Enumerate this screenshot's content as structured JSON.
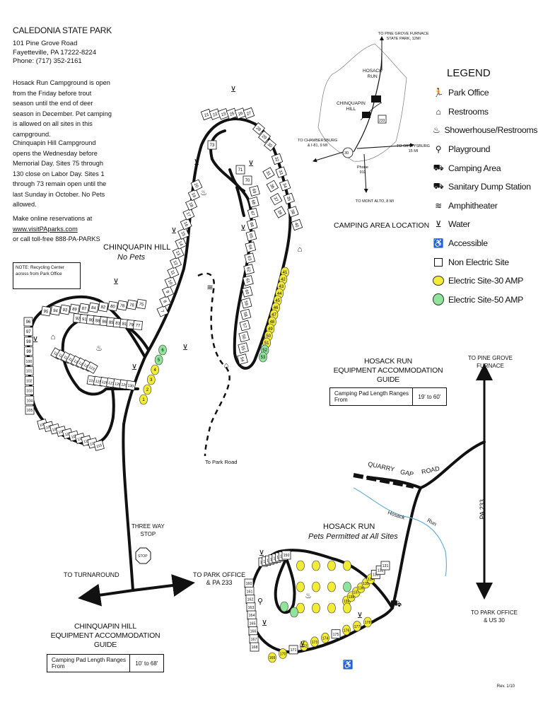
{
  "park": {
    "name": "CALEDONIA STATE PARK",
    "address_line1": "101 Pine Grove Road",
    "address_line2": "Fayetteville, PA  17222-8224",
    "phone": "Phone: (717) 352-2161"
  },
  "info": {
    "hosack_text": "Hosack Run Campground is open from the Friday before trout season until the end of deer season in December. Pet camping is allowed on all sites in this campground.",
    "chinquapin_text": "Chinquapin Hill Campground opens the Wednesday before Memorial Day. Sites 75 through 130 close on Labor Day. Sites 1 through 73 remain open until the last Sunday in October. No Pets allowed.",
    "reserve_line1": "Make online reservations at",
    "reserve_url": "www.visitPAparks.com",
    "reserve_line2": "or call toll-free 888-PA-PARKS",
    "recycling_note": "NOTE: Recycling Center across from Park Office"
  },
  "legend": {
    "title": "LEGEND",
    "items": [
      {
        "icon": "park-office-icon",
        "glyph": "🏃",
        "label": "Park Office"
      },
      {
        "icon": "restrooms-icon",
        "glyph": "⌂",
        "label": "Restrooms"
      },
      {
        "icon": "showerhouse-icon",
        "glyph": "♨",
        "label": "Showerhouse/Restrooms"
      },
      {
        "icon": "playground-icon",
        "glyph": "⚲",
        "label": "Playground"
      },
      {
        "icon": "camping-area-icon",
        "glyph": "⛟",
        "label": "Camping Area"
      },
      {
        "icon": "dump-station-icon",
        "glyph": "⛟",
        "label": "Sanitary Dump Station"
      },
      {
        "icon": "amphitheater-icon",
        "glyph": "≋",
        "label": "Amphitheater"
      },
      {
        "icon": "water-icon",
        "glyph": "⊻",
        "label": "Water"
      },
      {
        "icon": "accessible-icon",
        "glyph": "♿",
        "label": "Accessible"
      },
      {
        "icon": "non-electric-site-icon",
        "glyph": "",
        "label": "Non Electric Site"
      },
      {
        "icon": "electric-30-icon",
        "glyph": "",
        "label": "Electric Site-30 AMP"
      },
      {
        "icon": "electric-50-icon",
        "glyph": "",
        "label": "Electric Site-50 AMP"
      }
    ]
  },
  "colors": {
    "electric_30": "#f2ec36",
    "electric_50": "#8fe39a",
    "creek": "#6aaed6",
    "accessible": "#1a4fd0"
  },
  "location_map": {
    "caption": "CAMPING AREA LOCATION",
    "to_pine_grove": "TO PINE GROVE FURNACE",
    "to_pine_grove_2": "STATE PARK, 12MI",
    "hosack": "HOSACK",
    "hosack_2": "RUN",
    "chinquapin": "CHINQUAPIN",
    "chinquapin_2": "HILL",
    "to_chambersburg": "TO CHAMBERSBURG",
    "to_chambersburg_2": "& I-81, 9 MI",
    "to_gettysburg": "TO GETTYSBURG",
    "to_gettysburg_2": "15 MI",
    "to_mont_alto": "TO MONT ALTO, 8 MI",
    "phone": "Phone",
    "phone_2": "911",
    "route_30": "30",
    "route_233": "233"
  },
  "labels": {
    "chinquapin_hill": "CHINQUAPIN HILL",
    "no_pets": "No Pets",
    "hosack_run": "HOSACK RUN",
    "pets_permitted": "Pets Permitted at All Sites",
    "three_way_stop": "THREE WAY",
    "three_way_stop_2": "STOP",
    "stop_sign": "STOP",
    "to_turnaround": "TO TURNAROUND",
    "to_park_office_pa": "TO PARK OFFICE",
    "to_park_office_pa_2": "& PA 233",
    "to_park_road": "To Park Road",
    "to_pine_grove_furnace": "TO PINE GROVE",
    "to_pine_grove_furnace_2": "FURNACE",
    "to_park_office_us": "TO PARK OFFICE",
    "to_park_office_us_2": "& US 30",
    "pa_233": "PA 233",
    "quarry": "QUARRY",
    "gap": "GAP",
    "road": "ROAD",
    "hosack_creek": "Hosack",
    "run_creek": "Run",
    "revision": "Rev. 1/10"
  },
  "hosack_guide": {
    "title_1": "HOSACK RUN",
    "title_2": "EQUIPMENT ACCOMMODATION GUIDE",
    "row_label": "Camping Pad Length Ranges From",
    "row_value": "19' to 60'"
  },
  "chinquapin_guide": {
    "title_1": "CHINQUAPIN HILL",
    "title_2": "EQUIPMENT ACCOMMODATION GUIDE",
    "row_label": "Camping Pad Length Ranges From",
    "row_value": "10' to 68'"
  },
  "sites": {
    "upper_row": [
      "21",
      "22",
      "23",
      "25",
      "26",
      "27",
      "28",
      "29",
      "30",
      "32",
      "33",
      "34",
      "35",
      "38",
      "40"
    ],
    "inner_east": [
      "39",
      "37",
      "36",
      "31",
      "73",
      "71",
      "70",
      "69",
      "68",
      "67",
      "66",
      "65",
      "64",
      "63",
      "62",
      "61",
      "60",
      "59",
      "58",
      "57",
      "56",
      "55",
      "54"
    ],
    "outer_east": [
      "41",
      "42",
      "43",
      "44",
      "45",
      "46",
      "47",
      "48",
      "49",
      "50",
      "51",
      "52",
      "53"
    ],
    "spine": [
      "1",
      "2",
      "3",
      "4",
      "5",
      "6",
      "7",
      "8",
      "9",
      "10",
      "11",
      "12",
      "13",
      "14",
      "15",
      "16",
      "17",
      "18",
      "19",
      "20"
    ],
    "loop_outer_top": [
      "95",
      "94",
      "93",
      "89",
      "87",
      "84",
      "82",
      "80",
      "78",
      "76",
      "75"
    ],
    "loop_inner_top": [
      "92",
      "91",
      "90",
      "88",
      "86",
      "85",
      "83",
      "81",
      "79",
      "77"
    ],
    "loop_left": [
      "96",
      "97",
      "98",
      "99",
      "100",
      "101",
      "102",
      "103",
      "104",
      "105"
    ],
    "loop_bottom": [
      "106",
      "107",
      "108",
      "109",
      "110",
      "111",
      "112",
      "113",
      "114",
      "115"
    ],
    "loop_inner": [
      "116",
      "117",
      "118",
      "119",
      "120",
      "121",
      "122",
      "123",
      "124",
      "125",
      "126",
      "127",
      "128",
      "129",
      "130"
    ],
    "hosack_top": [
      "158",
      "157",
      "156",
      "155",
      "154",
      "152",
      "151",
      "150"
    ],
    "hosack_right": [
      "139",
      "138",
      "137",
      "136",
      "135",
      "134",
      "133",
      "132",
      "131"
    ],
    "hosack_left": [
      "160",
      "161",
      "162",
      "163",
      "164",
      "165",
      "166",
      "167",
      "168",
      "169",
      "170",
      "171",
      "172",
      "173",
      "174",
      "175",
      "176",
      "177",
      "178"
    ]
  }
}
